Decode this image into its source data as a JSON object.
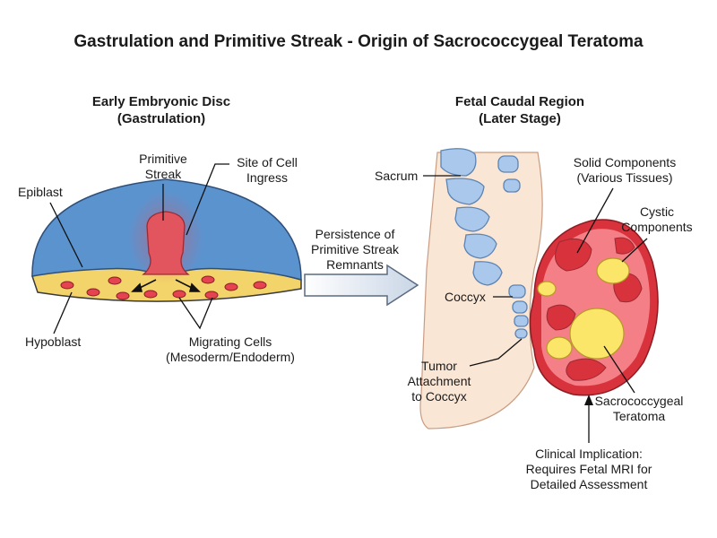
{
  "title": "Gastrulation and Primitive Streak - Origin of Sacrococcygeal Teratoma",
  "left_panel": {
    "heading": [
      "Early Embryonic Disc",
      "(Gastrulation)"
    ],
    "labels": {
      "primitive_streak": [
        "Primitive",
        "Streak"
      ],
      "site_of_ingress": [
        "Site of Cell",
        "Ingress"
      ],
      "epiblast": "Epiblast",
      "hypoblast": "Hypoblast",
      "migrating_cells": [
        "Migrating Cells",
        "(Mesoderm/Endoderm)"
      ]
    }
  },
  "arrow_label": [
    "Persistence of",
    "Primitive Streak",
    "Remnants"
  ],
  "right_panel": {
    "heading": [
      "Fetal Caudal Region",
      "(Later Stage)"
    ],
    "labels": {
      "sacrum": "Sacrum",
      "coccyx": "Coccyx",
      "solid_components": [
        "Solid Components",
        "(Various Tissues)"
      ],
      "cystic_components": [
        "Cystic",
        "Components"
      ],
      "tumor_attachment": [
        "Tumor",
        "Attachment",
        "to Coccyx"
      ],
      "teratoma": [
        "Sacrococcygeal",
        "Teratoma"
      ],
      "clinical": [
        "Clinical Implication:",
        "Requires Fetal MRI for",
        "Detailed Assessment"
      ]
    }
  },
  "colors": {
    "epiblast": "#5b93cf",
    "hypoblast": "#f3d46a",
    "streak": "#e2545e",
    "cells": "#e4434f",
    "arrow": "#dfe8f2",
    "skin": "#fae6d5",
    "bone": "#a9c8ec",
    "tumor_outer": "#d8323c",
    "tumor_fill": "#f47f87",
    "cyst": "#fbe66a"
  }
}
